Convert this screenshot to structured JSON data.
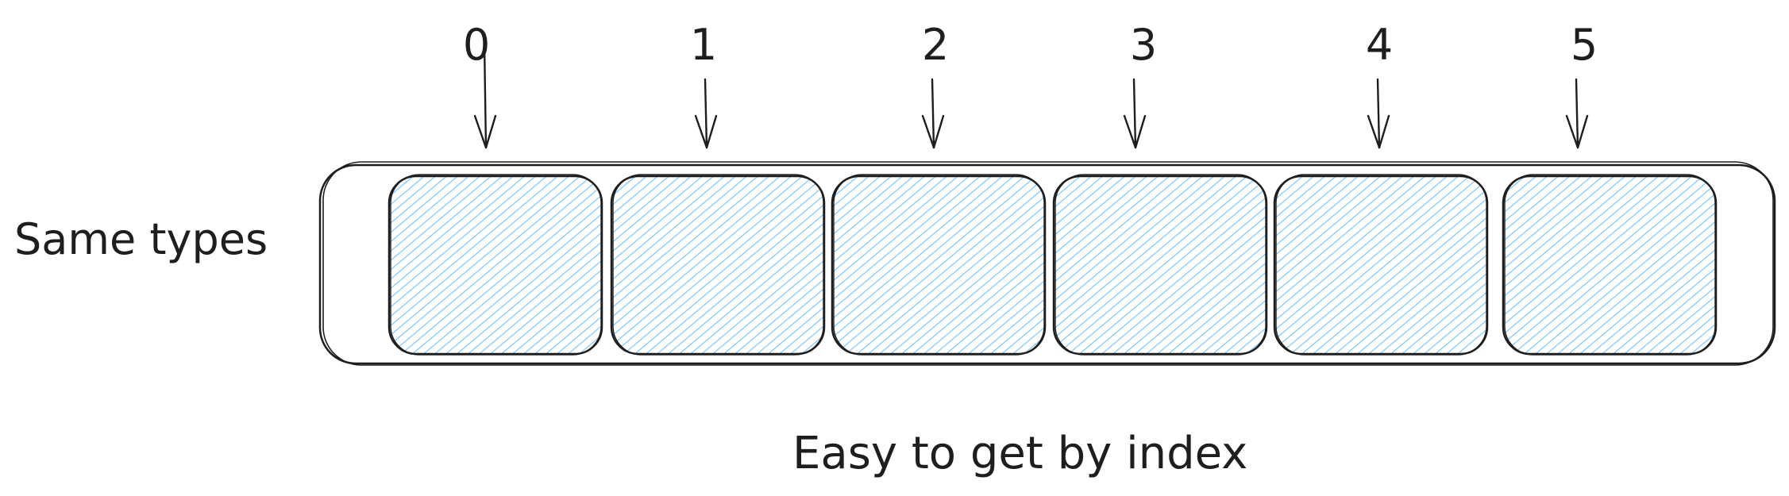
{
  "labels": {
    "side": "Same types",
    "caption": "Easy to get by index"
  },
  "cells": [
    {
      "index": "0"
    },
    {
      "index": "1"
    },
    {
      "index": "2"
    },
    {
      "index": "3"
    },
    {
      "index": "4"
    },
    {
      "index": "5"
    }
  ],
  "colors": {
    "stroke": "#1e1e1e",
    "fill": "#a5d8ff",
    "hatch": "#74c0fc",
    "background": "#ffffff"
  }
}
